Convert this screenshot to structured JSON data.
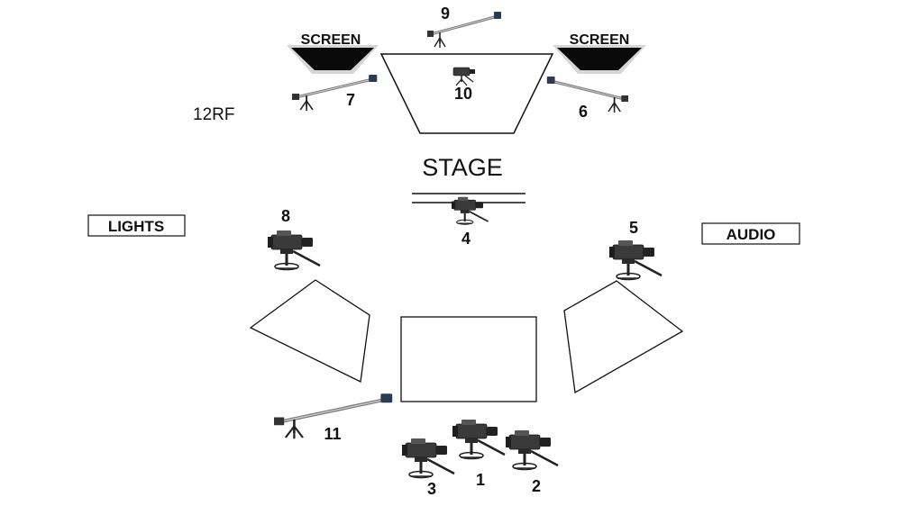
{
  "stage": {
    "label": "STAGE"
  },
  "screens": {
    "left": "SCREEN",
    "right": "SCREEN"
  },
  "zones": {
    "lights": "LIGHTS",
    "audio": "AUDIO"
  },
  "rf_label": "12RF",
  "cameras": {
    "c1": "1",
    "c2": "2",
    "c3": "3",
    "c4": "4",
    "c5": "5",
    "c6": "6",
    "c7": "7",
    "c8": "8",
    "c9": "9",
    "c10": "10",
    "c11": "11"
  },
  "colors": {
    "ink": "#111111",
    "screen_fill": "#0a0a0a",
    "bevel": "#d6d6d6",
    "body": "#3a3a3a"
  },
  "icons": {
    "studio_camera": "studio-camera-icon",
    "jib_crane": "jib-crane-icon"
  }
}
